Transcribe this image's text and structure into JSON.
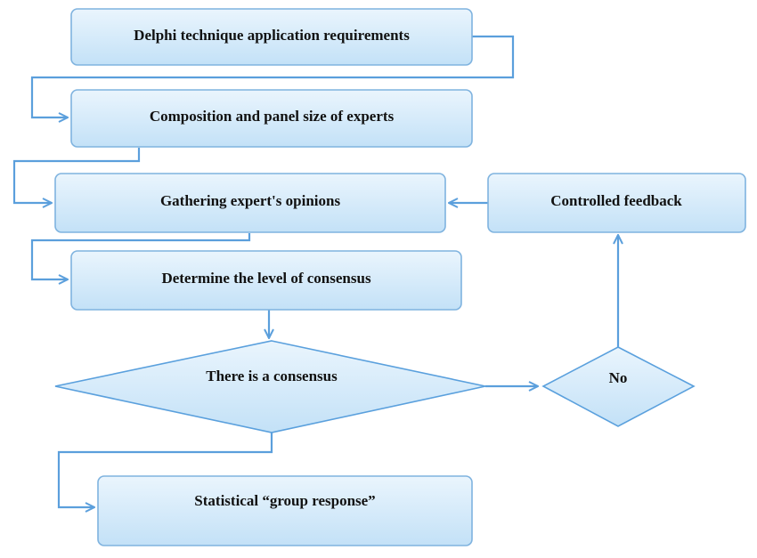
{
  "nodes": {
    "requirements": "Delphi technique application requirements",
    "composition": "Composition and panel size of experts",
    "gathering": "Gathering expert's opinions",
    "feedback": "Controlled feedback",
    "determine": "Determine the level of consensus",
    "consensus": "There is a consensus",
    "no": "No",
    "statistical": "Statistical “group response”"
  },
  "colors": {
    "box_fill_top": "#eaf5fd",
    "box_fill_bottom": "#c3e1f7",
    "box_stroke": "#7fb3df",
    "connector": "#5b9fdc"
  }
}
